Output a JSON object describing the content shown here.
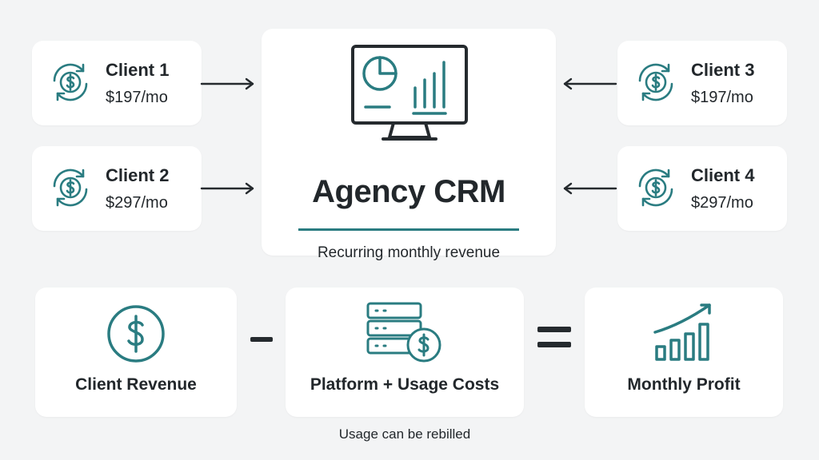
{
  "colors": {
    "accent": "#2a7c81",
    "text": "#22272b",
    "background": "#f3f4f5",
    "card": "#ffffff"
  },
  "clients": [
    {
      "name": "Client 1",
      "price": "$197/mo",
      "icon": "recurring-dollar-icon"
    },
    {
      "name": "Client 2",
      "price": "$297/mo",
      "icon": "recurring-dollar-icon"
    },
    {
      "name": "Client 3",
      "price": "$197/mo",
      "icon": "recurring-dollar-icon"
    },
    {
      "name": "Client 4",
      "price": "$297/mo",
      "icon": "recurring-dollar-icon"
    }
  ],
  "center": {
    "title": "Agency CRM",
    "subtitle": "Recurring monthly revenue",
    "icon": "monitor-dashboard-icon"
  },
  "equation": {
    "revenue_label": "Client Revenue",
    "costs_label": "Platform + Usage Costs",
    "profit_label": "Monthly Profit",
    "operator_minus": "minus",
    "operator_equals": "equals"
  },
  "footnote": "Usage can be rebilled"
}
